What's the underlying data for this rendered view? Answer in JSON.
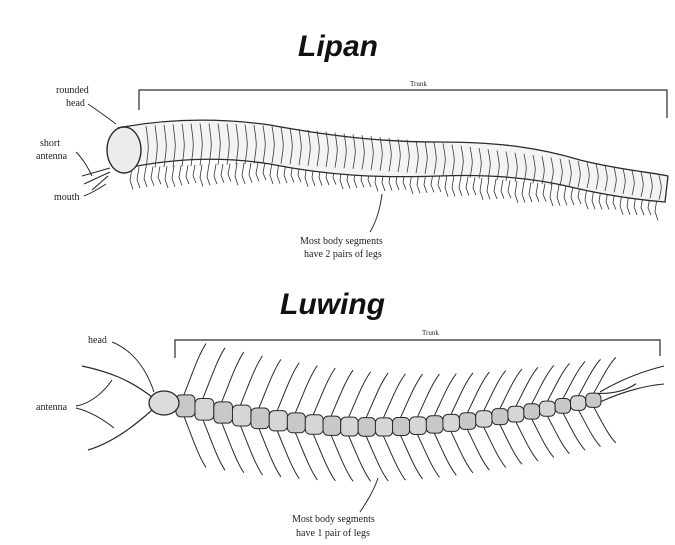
{
  "millipede": {
    "title": "Lipan",
    "trunk_label": "Trunk",
    "head_label_1": "rounded",
    "head_label_2": "head",
    "antenna_label_1": "short",
    "antenna_label_2": "antenna",
    "mouth_label": "mouth",
    "segments_note_1": "Most body segments",
    "segments_note_2": "have 2 pairs of legs"
  },
  "centipede": {
    "title": "Luwing",
    "trunk_label": "Trunk",
    "head_label": "head",
    "antenna_label": "antenna",
    "segments_note_1": "Most body segments",
    "segments_note_2": "have 1 pair of legs"
  }
}
